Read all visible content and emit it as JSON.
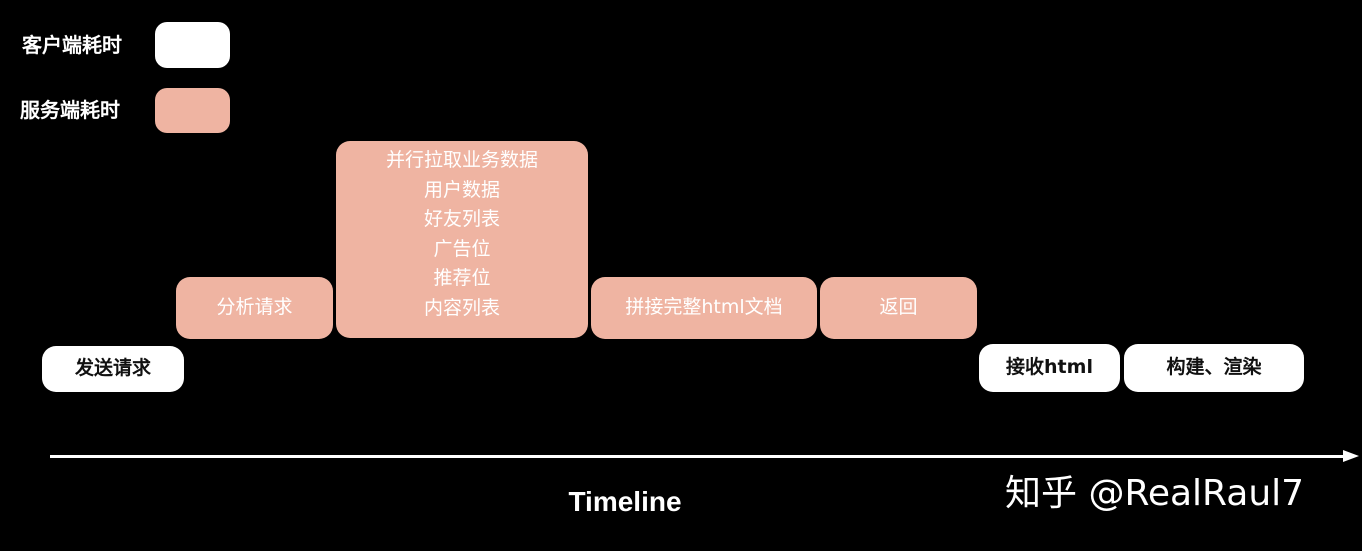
{
  "colors": {
    "background": "#000000",
    "client": "#ffffff",
    "server": "#efb4a2",
    "server_text": "#ffffff",
    "client_text": "#111111",
    "axis": "#ffffff"
  },
  "legend": {
    "items": [
      {
        "label": "客户端耗时",
        "type": "client",
        "color": "#ffffff"
      },
      {
        "label": "服务端耗时",
        "type": "server",
        "color": "#efb4a2"
      }
    ]
  },
  "steps": [
    {
      "id": "send-request",
      "type": "client",
      "lines": [
        "发送请求"
      ]
    },
    {
      "id": "analyze-request",
      "type": "server",
      "lines": [
        "分析请求"
      ]
    },
    {
      "id": "parallel-fetch",
      "type": "server",
      "lines": [
        "并行拉取业务数据",
        "用户数据",
        "好友列表",
        "广告位",
        "推荐位",
        "内容列表"
      ]
    },
    {
      "id": "assemble-html",
      "type": "server",
      "lines": [
        "拼接完整html文档"
      ]
    },
    {
      "id": "return",
      "type": "server",
      "lines": [
        "返回"
      ]
    },
    {
      "id": "receive-html",
      "type": "client",
      "lines": [
        "接收html"
      ]
    },
    {
      "id": "build-render",
      "type": "client",
      "lines": [
        "构建、渲染"
      ]
    }
  ],
  "axis": {
    "label": "Timeline"
  },
  "watermark": {
    "text": "知乎 @RealRaul7"
  }
}
